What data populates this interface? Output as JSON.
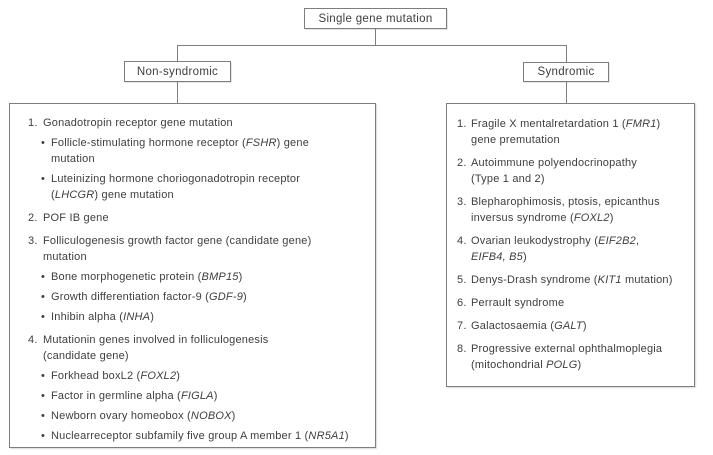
{
  "palette": {
    "border": "#7d7d7d",
    "line": "#7d7d7d",
    "text": "#3e3e3e",
    "background": "#ffffff"
  },
  "tree": {
    "root_label": "Single gene mutation",
    "left_branch_label": "Non-syndromic",
    "right_branch_label": "Syndromic"
  },
  "non_syndromic_panel": {
    "items": [
      {
        "number": "1.",
        "text": [
          {
            "t": "Gonadotropin receptor gene mutation"
          }
        ],
        "bullets": [
          [
            {
              "t": "Follicle-stimulating hormone receptor ("
            },
            {
              "t": "FSHR",
              "i": true
            },
            {
              "t": ") gene\nmutation"
            }
          ],
          [
            {
              "t": "Luteinizing hormone choriogonadotropin receptor\n("
            },
            {
              "t": "LHCGR",
              "i": true
            },
            {
              "t": ") gene mutation"
            }
          ]
        ]
      },
      {
        "number": "2.",
        "text": [
          {
            "t": "POF IB gene"
          }
        ],
        "bullets": []
      },
      {
        "number": "3.",
        "text": [
          {
            "t": "Folliculogenesis growth factor gene (candidate gene)\nmutation"
          }
        ],
        "bullets": [
          [
            {
              "t": "Bone morphogenetic protein ("
            },
            {
              "t": "BMP15",
              "i": true
            },
            {
              "t": ")"
            }
          ],
          [
            {
              "t": "Growth differentiation factor-9 ("
            },
            {
              "t": "GDF-9",
              "i": true
            },
            {
              "t": ")"
            }
          ],
          [
            {
              "t": "Inhibin alpha ("
            },
            {
              "t": "INHA",
              "i": true
            },
            {
              "t": ")"
            }
          ]
        ]
      },
      {
        "number": "4.",
        "text": [
          {
            "t": "Mutationin genes involved in folliculogenesis\n(candidate gene)"
          }
        ],
        "bullets": [
          [
            {
              "t": "Forkhead boxL2 ("
            },
            {
              "t": "FOXL2",
              "i": true
            },
            {
              "t": ")"
            }
          ],
          [
            {
              "t": "Factor in germline alpha ("
            },
            {
              "t": "FIGLA",
              "i": true
            },
            {
              "t": ")"
            }
          ],
          [
            {
              "t": "Newborn ovary homeobox ("
            },
            {
              "t": "NOBOX",
              "i": true
            },
            {
              "t": ")"
            }
          ],
          [
            {
              "t": "Nuclearreceptor subfamily five group A member 1 ("
            },
            {
              "t": "NR5A1",
              "i": true
            },
            {
              "t": ")"
            }
          ]
        ]
      }
    ]
  },
  "syndromic_panel": {
    "items": [
      {
        "number": "1.",
        "text": [
          {
            "t": "Fragile X mentalretardation 1 ("
          },
          {
            "t": "FMR1",
            "i": true
          },
          {
            "t": ")\ngene premutation"
          }
        ],
        "bullets": []
      },
      {
        "number": "2.",
        "text": [
          {
            "t": "Autoimmune polyendocrinopathy\n(Type 1 and 2)"
          }
        ],
        "bullets": []
      },
      {
        "number": "3.",
        "text": [
          {
            "t": "Blepharophimosis, ptosis, epicanthus\ninversus syndrome ("
          },
          {
            "t": "FOXL2",
            "i": true
          },
          {
            "t": ")"
          }
        ],
        "bullets": []
      },
      {
        "number": "4.",
        "text": [
          {
            "t": "Ovarian leukodystrophy ("
          },
          {
            "t": "EIF2B2",
            "i": true
          },
          {
            "t": ",\n"
          },
          {
            "t": "EIFB4, B5",
            "i": true
          },
          {
            "t": ")"
          }
        ],
        "bullets": []
      },
      {
        "number": "5.",
        "text": [
          {
            "t": "Denys-Drash syndrome ("
          },
          {
            "t": "KIT1",
            "i": true
          },
          {
            "t": " mutation)"
          }
        ],
        "bullets": []
      },
      {
        "number": "6.",
        "text": [
          {
            "t": "Perrault syndrome"
          }
        ],
        "bullets": []
      },
      {
        "number": "7.",
        "text": [
          {
            "t": "Galactosaemia ("
          },
          {
            "t": "GALT",
            "i": true
          },
          {
            "t": ")"
          }
        ],
        "bullets": []
      },
      {
        "number": "8.",
        "text": [
          {
            "t": "Progressive external ophthalmoplegia\n(mitochondrial "
          },
          {
            "t": "POLG",
            "i": true
          },
          {
            "t": ")"
          }
        ],
        "bullets": []
      }
    ]
  }
}
